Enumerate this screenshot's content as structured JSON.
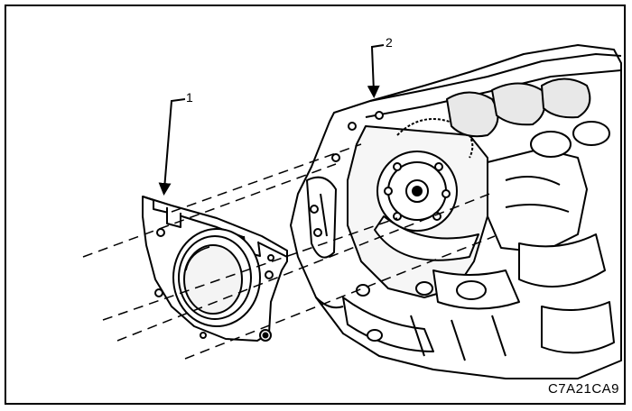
{
  "diagram": {
    "callouts": [
      {
        "id": "1",
        "label": "1"
      },
      {
        "id": "2",
        "label": "2"
      }
    ],
    "figure_code": "C7A21CA9"
  }
}
